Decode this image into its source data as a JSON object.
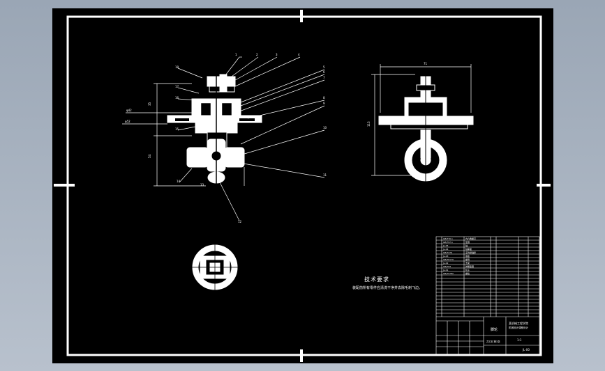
{
  "drawing": {
    "tech_requirements_title": "技术要求",
    "tech_requirements_note": "装配前所有零件应清洗干净并去除毛刺飞边。",
    "front_view_labels": [
      "1",
      "2",
      "3",
      "4",
      "5",
      "6",
      "7",
      "8",
      "9",
      "10",
      "11",
      "12",
      "13",
      "14",
      "15",
      "16",
      "17",
      "18"
    ],
    "dimension_labels": [
      "φ42",
      "φ52",
      "35",
      "54",
      "115"
    ],
    "side_view_dimension_top": "71",
    "side_view_dimension_left": "115"
  },
  "title_block": {
    "drawing_name": "脚轮",
    "company": "某机械工程学院",
    "subtitle": "机械设计课程设计",
    "scale": "1:1",
    "sheet": "共1张 第1张",
    "drawing_no": "JL-00"
  },
  "colors": {
    "sheet_bg": "#000000",
    "lines": "#ffffff",
    "window_bg": "#a9b4c2"
  }
}
